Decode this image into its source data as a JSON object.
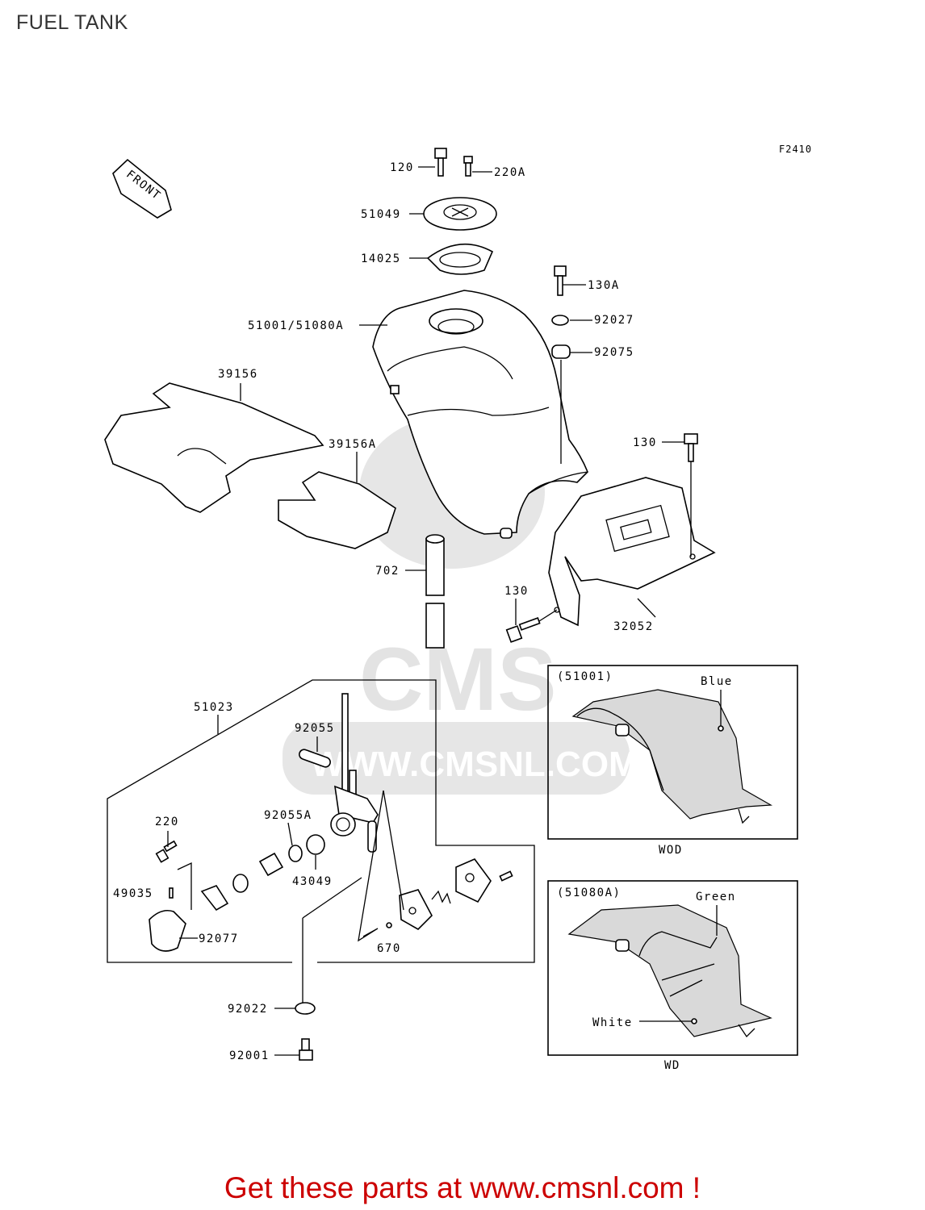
{
  "title": "FUEL TANK",
  "figure_code": "F2410",
  "front_label": "FRONT",
  "watermark": {
    "brand": "CMS",
    "url": "WWW.CMSNL.COM"
  },
  "labels": {
    "p120": "120",
    "p220a": "220A",
    "p51049": "51049",
    "p14025": "14025",
    "p130a": "130A",
    "p92027": "92027",
    "p92075": "92075",
    "p51001": "51001/51080A",
    "p39156": "39156",
    "p39156a": "39156A",
    "p130top": "130",
    "p702": "702",
    "p130bot": "130",
    "p32052": "32052",
    "p51023": "51023",
    "p92055": "92055",
    "p92055a": "92055A",
    "p220": "220",
    "p43049": "43049",
    "p49035": "49035",
    "p92077": "92077",
    "p670": "670",
    "p92022": "92022",
    "p92001": "92001"
  },
  "inset_blue": {
    "model": "(51001)",
    "color": "Blue",
    "code": "WOD"
  },
  "inset_green": {
    "model": "(51080A)",
    "color1": "Green",
    "color2": "White",
    "code": "WD"
  },
  "footer": "Get these parts at www.cmsnl.com !"
}
